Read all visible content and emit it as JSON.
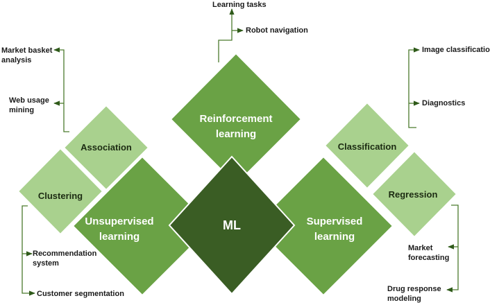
{
  "diagram": {
    "center": "ML",
    "categories": {
      "reinforcement": {
        "line1": "Reinforcement",
        "line2": "learning"
      },
      "unsupervised": {
        "line1": "Unsupervised",
        "line2": "learning"
      },
      "supervised": {
        "line1": "Supervised",
        "line2": "learning"
      }
    },
    "subcategories": {
      "association": "Association",
      "clustering": "Clustering",
      "classification": "Classification",
      "regression": "Regression"
    },
    "applications": {
      "learning_tasks": "Learning tasks",
      "robot_navigation": "Robot navigation",
      "market_basket_1": "Market basket",
      "market_basket_2": "analysis",
      "web_usage_1": "Web usage",
      "web_usage_2": "mining",
      "recommendation_1": "Recommendation",
      "recommendation_2": "system",
      "customer_segmentation": "Customer segmentation",
      "image_classification": "Image classification",
      "diagnostics": "Diagnostics",
      "market_forecasting_1": "Market",
      "market_forecasting_2": "forecasting",
      "drug_response_1": "Drug response",
      "drug_response_2": "modeling"
    },
    "colors": {
      "center": "#3a5d24",
      "category": "#6aa245",
      "subcategory": "#a9d18e",
      "connector": "#4a7a2c",
      "text_dark": "#1a1a1a"
    }
  }
}
